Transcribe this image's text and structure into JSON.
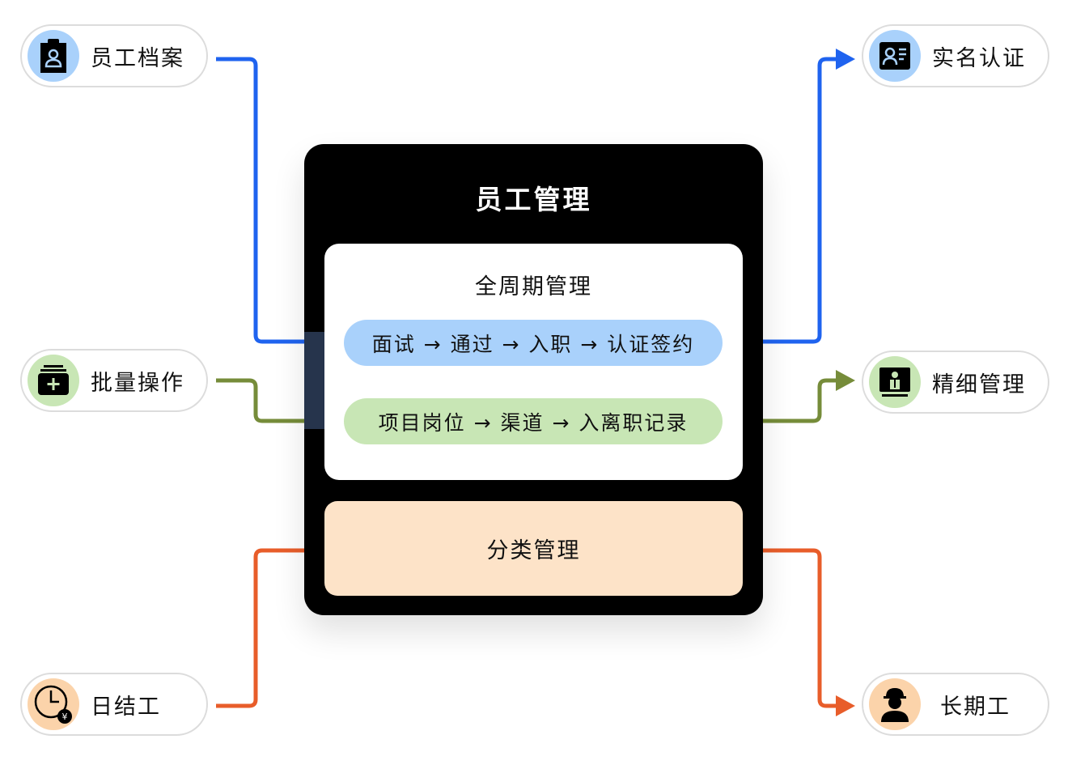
{
  "title": "员工管理",
  "lifecycle": {
    "title": "全周期管理",
    "flow1": "面试 → 通过 → 入职 → 认证签约",
    "flow2": "项目岗位 → 渠道 → 入离职记录"
  },
  "category": "分类管理",
  "left": [
    {
      "label": "员工档案",
      "icon": "clipboard-user-icon"
    },
    {
      "label": "批量操作",
      "icon": "stack-add-icon"
    },
    {
      "label": "日结工",
      "icon": "clock-yuan-icon"
    }
  ],
  "right": [
    {
      "label": "实名认证",
      "icon": "id-card-icon"
    },
    {
      "label": "精细管理",
      "icon": "monitor-user-icon"
    },
    {
      "label": "长期工",
      "icon": "worker-icon"
    }
  ],
  "colors": {
    "blue": "#1f63ef",
    "green": "#768c3a",
    "orange": "#e85d2a",
    "blue_pill": "#a9d1fb",
    "green_pill": "#c8e6b5",
    "peach": "#fde3c8"
  }
}
